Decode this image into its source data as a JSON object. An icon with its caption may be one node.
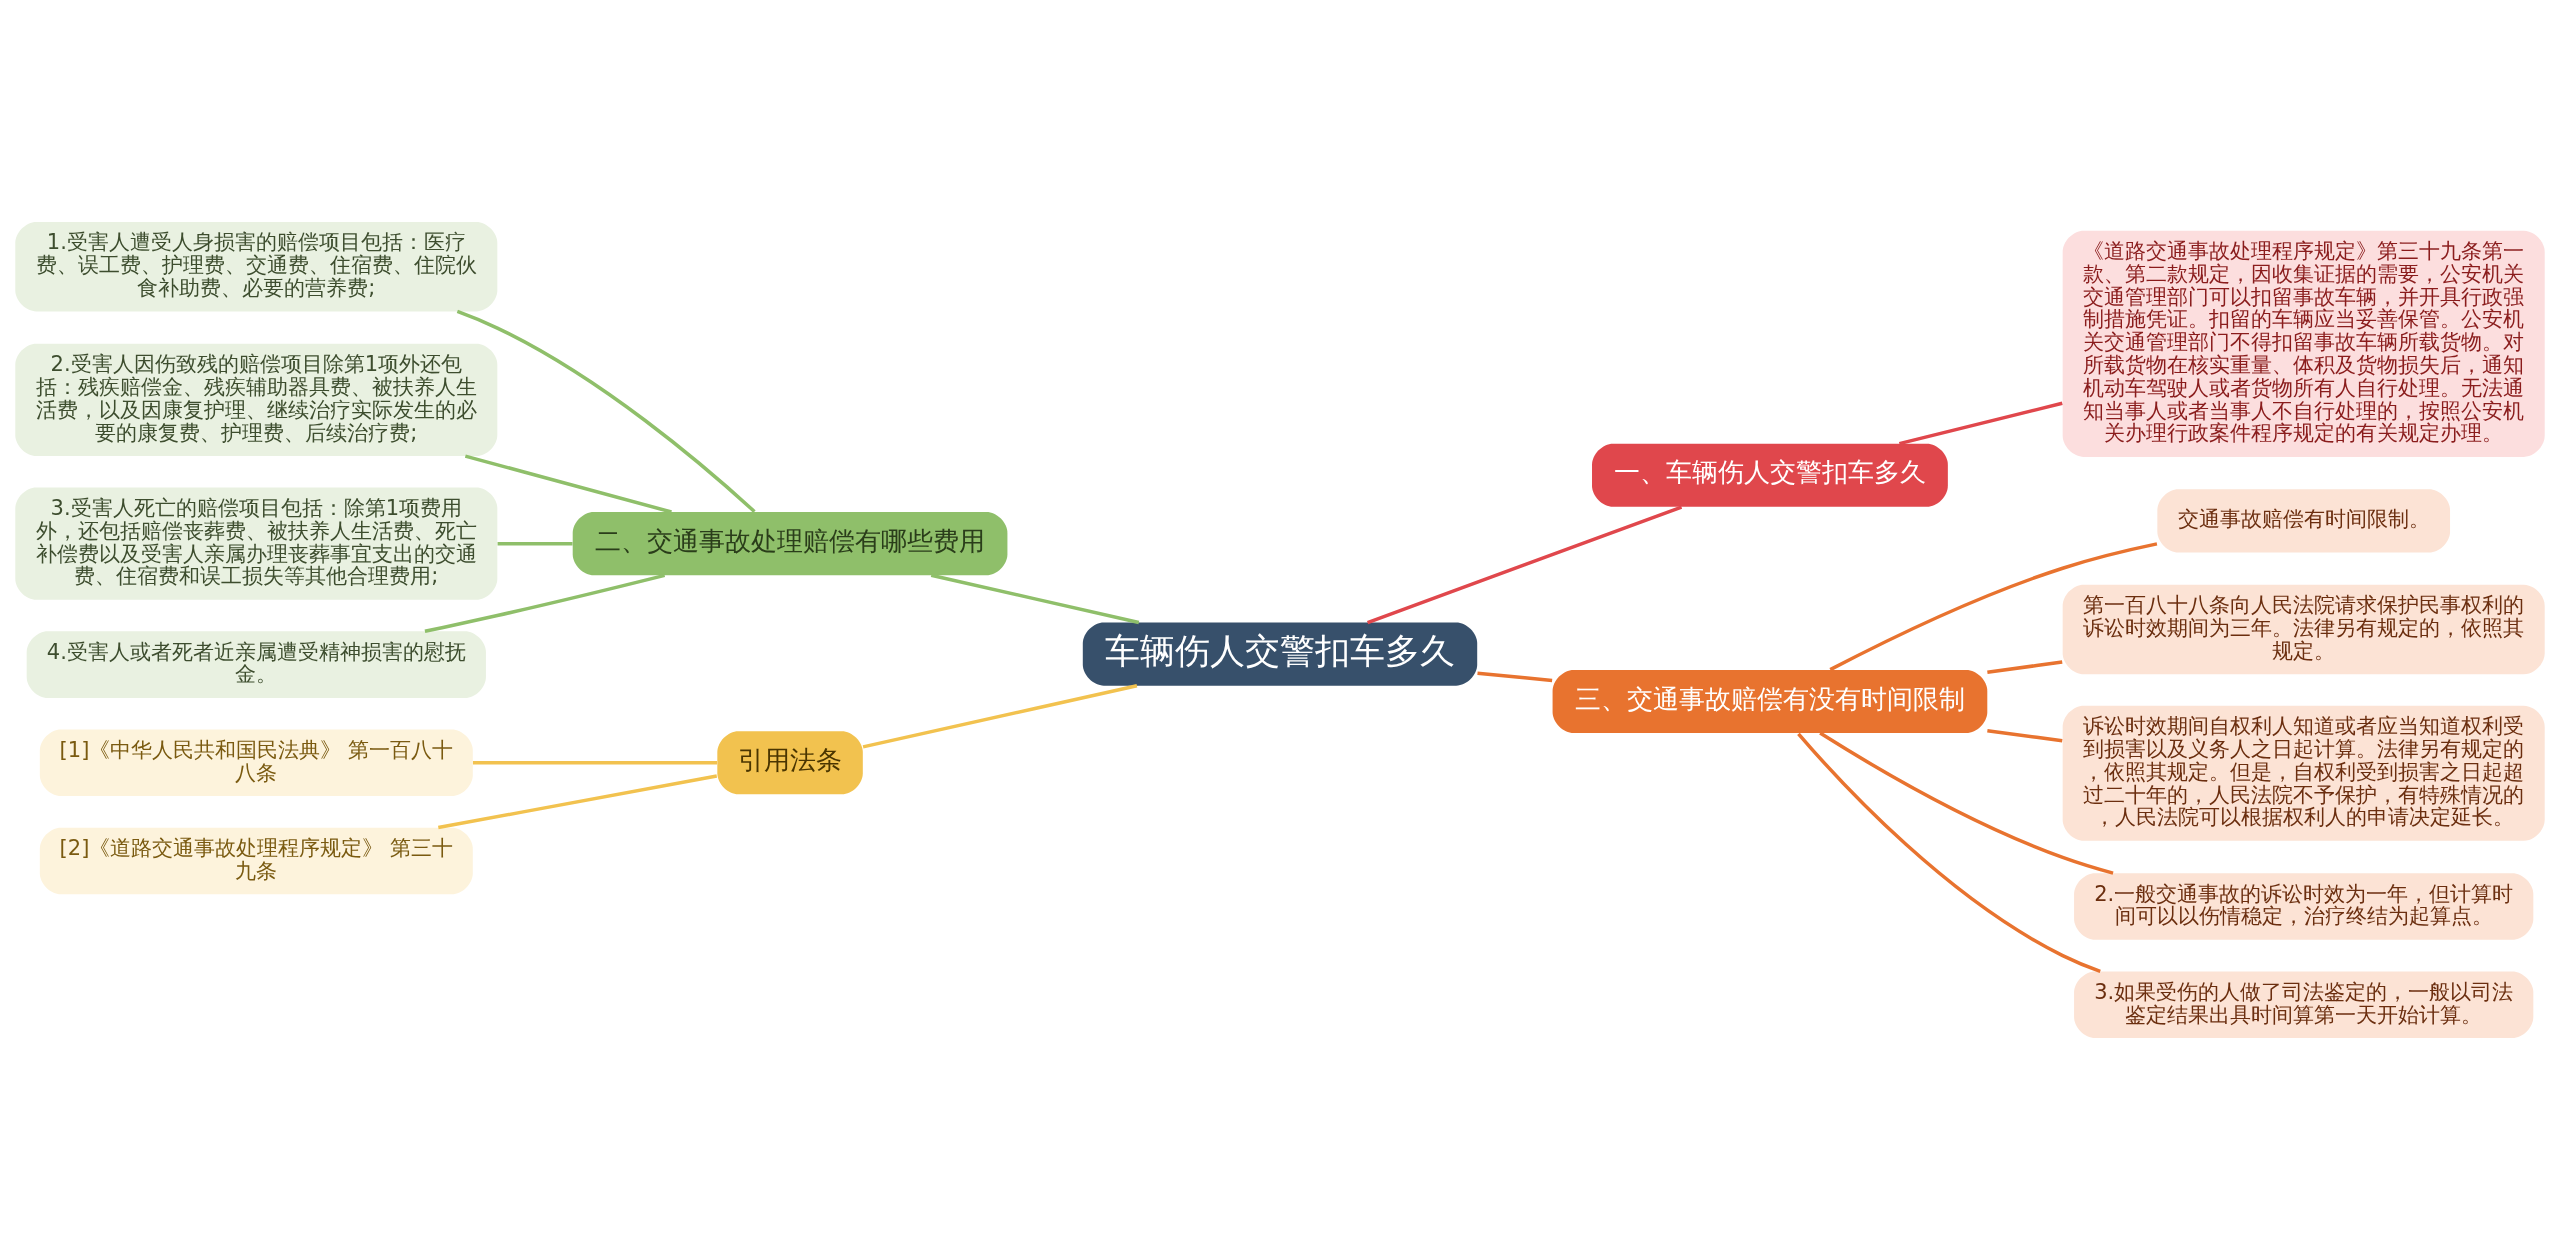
{
  "diagram": {
    "nodes": [
      {
        "text": [
          "车辆伤人交警扣车多久"
        ]
      },
      {
        "text": [
          "一、车辆伤人交警扣车多久"
        ]
      },
      {
        "text": [
          "《道路交通事故处理程序规定》第三十九条第一款、第二款规定，因收集证据的需要，公安机关交通管理部门可以扣留事故车辆，并开具行政强制措施凭证。扣留的车辆应当妥善保管。公安机关交通管理部门不得扣留事故车辆所载货物。对所载货物在核实重量、体积及货物损失后，通知机动车驾驶人或者货物所有人自行处理。无法通知当事人或者当事人不自行处理的，按照公安机关办理行政案件程序规定的有关规定办理。"
        ]
      },
      {
        "text": [
          "二、交通事故处理赔偿有哪些费用"
        ]
      },
      {
        "text": [
          "1.受害人遭受人身损害的赔偿项目包括：医疗费、误工费、护理费、交通费、住宿费、住院伙食补助费、必要的营养费;"
        ]
      },
      {
        "text": [
          "2.受害人因伤致残的赔偿项目除第1项外还包括：残疾赔偿金、残疾辅助器具费、被扶养人生活费，以及因康复护理、继续治疗实际发生的必要的康复费、护理费、后续治疗费;"
        ]
      },
      {
        "text": [
          "3.受害人死亡的赔偿项目包括：除第1项费用外，还包括赔偿丧葬费、被扶养人生活费、死亡补偿费以及受害人亲属办理丧葬事宜支出的交通费、住宿费和误工损失等其他合理费用;"
        ]
      },
      {
        "text": [
          "4.受害人或者死者近亲属遭受精神损害的慰抚金。"
        ]
      },
      {
        "text": [
          "引用法条"
        ]
      },
      {
        "text": [
          "[1]《中华人民共和国民法典》 第一百八十八条"
        ]
      },
      {
        "text": [
          "[2]《道路交通事故处理程序规定》 第三十九条"
        ]
      },
      {
        "text": [
          "三、交通事故赔偿有没有时间限制"
        ]
      },
      {
        "text": [
          "交通事故赔偿有时间限制。"
        ]
      },
      {
        "text": [
          "第一百八十八条向人民法院请求保护民事权利的诉讼时效期间为三年。法律另有规定的，依照其规定。"
        ]
      },
      {
        "text": [
          "诉讼时效期间自权利人知道或者应当知道权利受到损害以及义务人之日起计算。法律另有规定的，依照其规定。但是，自权利受到损害之日起超过二十年的，人民法院不予保护，有特殊情况的，人民法院可以根据权利人的申请决定延长。"
        ]
      },
      {
        "text": [
          "2.一般交通事故的诉讼时效为一年，但计算时间可以以伤情稳定，治疗终结为起算点。"
        ]
      },
      {
        "text": [
          "3.如果受伤的人做了司法鉴定的，一般以司法鉴定结果出具时间算第一天开始计算。"
        ]
      }
    ],
    "edges": [
      {
        "from": 0,
        "to": 1,
        "arrow": "none",
        "color": "#e0474c"
      },
      {
        "from": 1,
        "to": 2,
        "arrow": "none",
        "color": "#e0474c"
      },
      {
        "from": 0,
        "to": 3,
        "arrow": "none",
        "color": "#8fbf6a"
      },
      {
        "from": 3,
        "to": 4,
        "arrow": "none",
        "color": "#8fbf6a"
      },
      {
        "from": 3,
        "to": 5,
        "arrow": "none",
        "color": "#8fbf6a"
      },
      {
        "from": 3,
        "to": 6,
        "arrow": "none",
        "color": "#8fbf6a"
      },
      {
        "from": 3,
        "to": 7,
        "arrow": "none",
        "color": "#8fbf6a"
      },
      {
        "from": 0,
        "to": 8,
        "arrow": "none",
        "color": "#f2c24f"
      },
      {
        "from": 8,
        "to": 9,
        "arrow": "none",
        "color": "#f2c24f"
      },
      {
        "from": 8,
        "to": 10,
        "arrow": "none",
        "color": "#f2c24f"
      },
      {
        "from": 0,
        "to": 11,
        "arrow": "none",
        "color": "#e8732f"
      },
      {
        "from": 11,
        "to": 12,
        "arrow": "none",
        "color": "#e8732f"
      },
      {
        "from": 11,
        "to": 13,
        "arrow": "none",
        "color": "#e8732f"
      },
      {
        "from": 11,
        "to": 14,
        "arrow": "none",
        "color": "#e8732f"
      },
      {
        "from": 11,
        "to": 15,
        "arrow": "none",
        "color": "#e8732f"
      },
      {
        "from": 11,
        "to": 16,
        "arrow": "none",
        "color": "#e8732f"
      }
    ]
  }
}
